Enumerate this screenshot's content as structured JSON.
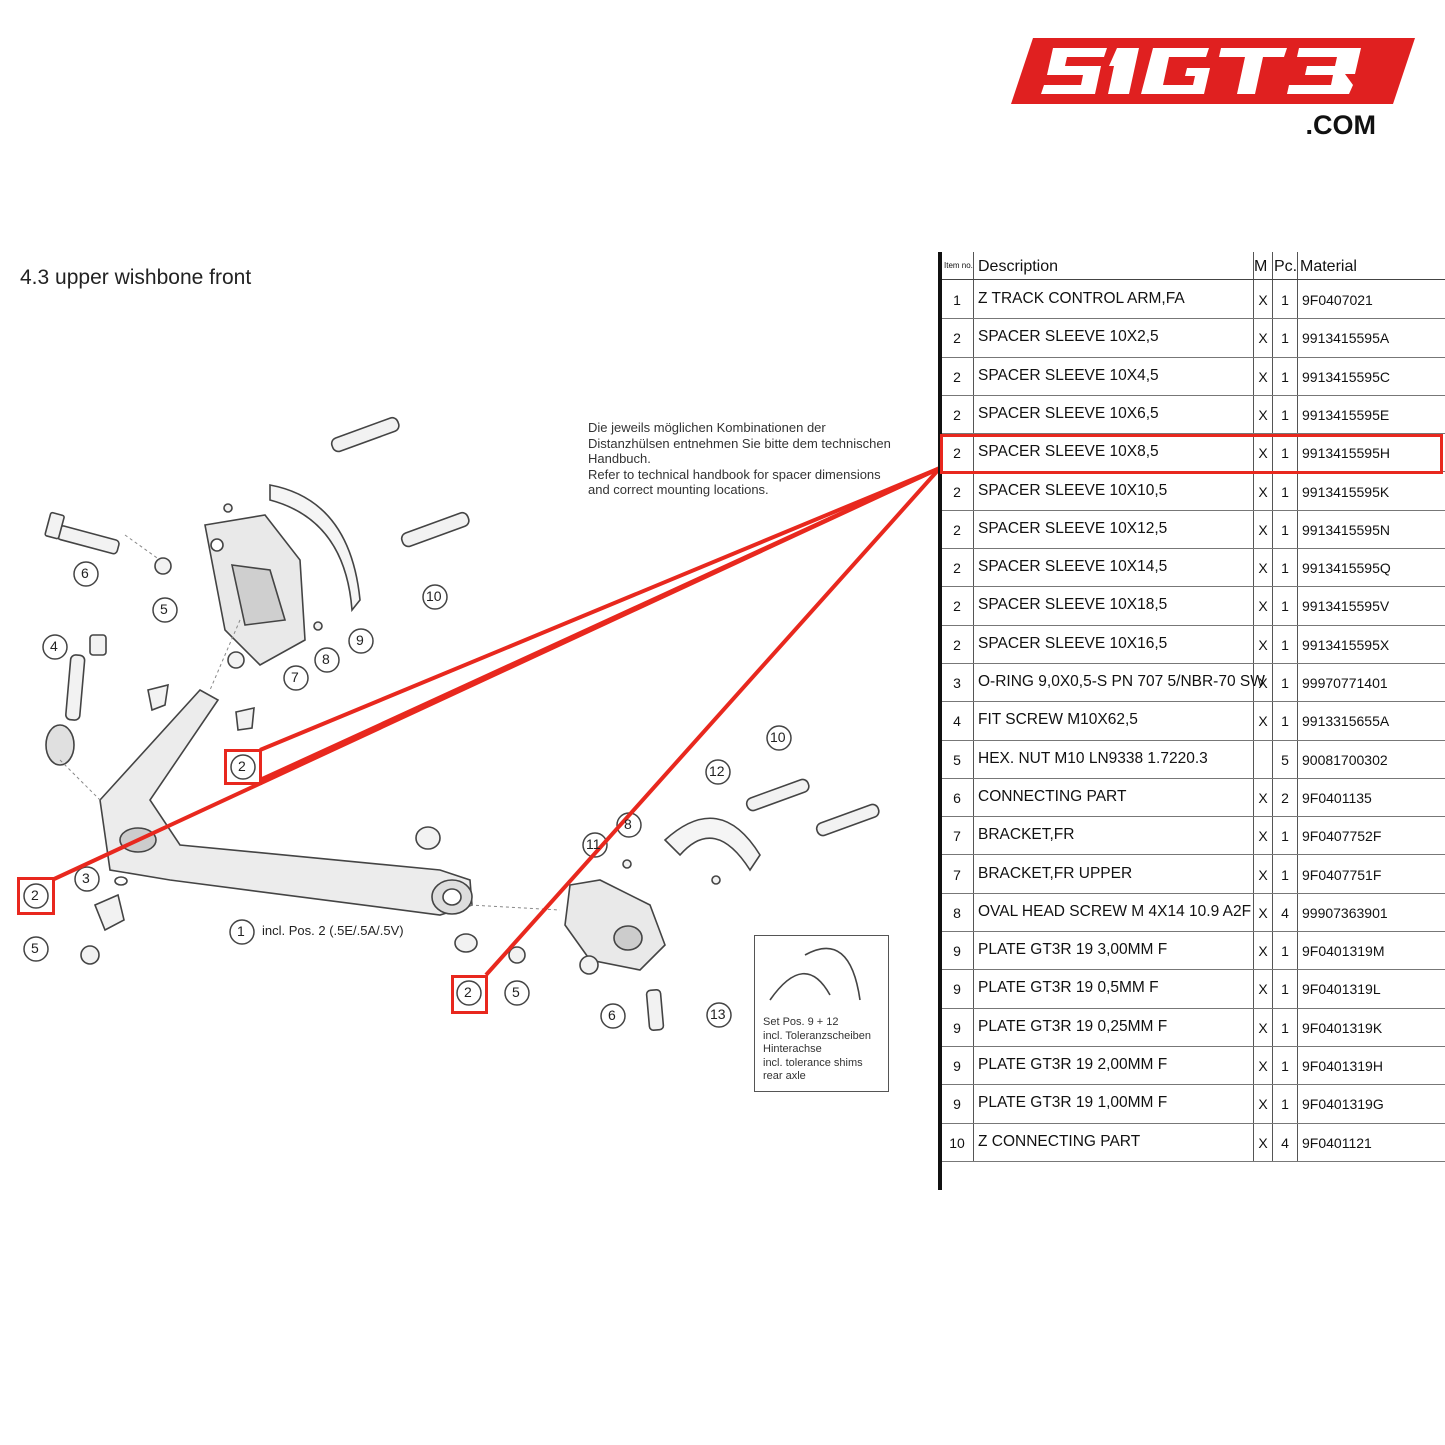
{
  "brand": {
    "logo_text": "51GT3",
    "logo_suffix": ".COM",
    "accent": "#e02020"
  },
  "section": {
    "title": "4.3  upper wishbone front"
  },
  "note": {
    "lines": [
      "Die jeweils möglichen Kombinationen der",
      "Distanzhülsen entnehmen Sie bitte dem technischen",
      "Handbuch.",
      "Refer to technical handbook for spacer dimensions",
      "and correct mounting locations."
    ]
  },
  "callouts": {
    "c1": "1",
    "c1_label": "incl. Pos. 2 (.5E/.5A/.5V)",
    "c2": "2",
    "c3": "3",
    "c4": "4",
    "c5": "5",
    "c6": "6",
    "c7": "7",
    "c8": "8",
    "c9": "9",
    "c10": "10",
    "c11": "11",
    "c12": "12",
    "c13": "13"
  },
  "inset": {
    "lines": [
      "Set Pos. 9 + 12",
      "incl. Toleranzscheiben",
      "Hinterachse",
      "incl. tolerance shims",
      "rear axle"
    ]
  },
  "table": {
    "headers": {
      "item": "Item no.",
      "description": "Description",
      "m": "M",
      "pc": "Pc.",
      "material": "Material"
    },
    "highlight_row": 4,
    "rows": [
      {
        "item": "1",
        "description": "Z TRACK CONTROL ARM,FA",
        "m": "X",
        "pc": "1",
        "material": "9F0407021"
      },
      {
        "item": "2",
        "description": "SPACER SLEEVE 10X2,5",
        "m": "X",
        "pc": "1",
        "material": "9913415595A"
      },
      {
        "item": "2",
        "description": "SPACER SLEEVE 10X4,5",
        "m": "X",
        "pc": "1",
        "material": "9913415595C"
      },
      {
        "item": "2",
        "description": "SPACER SLEEVE 10X6,5",
        "m": "X",
        "pc": "1",
        "material": "9913415595E"
      },
      {
        "item": "2",
        "description": "SPACER SLEEVE 10X8,5",
        "m": "X",
        "pc": "1",
        "material": "9913415595H"
      },
      {
        "item": "2",
        "description": "SPACER SLEEVE 10X10,5",
        "m": "X",
        "pc": "1",
        "material": "9913415595K"
      },
      {
        "item": "2",
        "description": "SPACER SLEEVE 10X12,5",
        "m": "X",
        "pc": "1",
        "material": "9913415595N"
      },
      {
        "item": "2",
        "description": "SPACER SLEEVE 10X14,5",
        "m": "X",
        "pc": "1",
        "material": "9913415595Q"
      },
      {
        "item": "2",
        "description": "SPACER SLEEVE 10X18,5",
        "m": "X",
        "pc": "1",
        "material": "9913415595V"
      },
      {
        "item": "2",
        "description": "SPACER SLEEVE 10X16,5",
        "m": "X",
        "pc": "1",
        "material": "9913415595X"
      },
      {
        "item": "3",
        "description": "O-RING 9,0X0,5-S PN 707 5/NBR-70 SW",
        "m": "X",
        "pc": "1",
        "material": "99970771401"
      },
      {
        "item": "4",
        "description": "FIT SCREW M10X62,5",
        "m": "X",
        "pc": "1",
        "material": "9913315655A"
      },
      {
        "item": "5",
        "description": "HEX. NUT M10 LN9338 1.7220.3",
        "m": "",
        "pc": "5",
        "material": "90081700302"
      },
      {
        "item": "6",
        "description": "CONNECTING PART",
        "m": "X",
        "pc": "2",
        "material": "9F0401135"
      },
      {
        "item": "7",
        "description": "BRACKET,FR",
        "m": "X",
        "pc": "1",
        "material": "9F0407752F"
      },
      {
        "item": "7",
        "description": "BRACKET,FR UPPER",
        "m": "X",
        "pc": "1",
        "material": "9F0407751F"
      },
      {
        "item": "8",
        "description": "OVAL HEAD SCREW M 4X14 10.9 A2F",
        "m": "X",
        "pc": "4",
        "material": "99907363901"
      },
      {
        "item": "9",
        "description": "PLATE GT3R 19 3,00MM F",
        "m": "X",
        "pc": "1",
        "material": "9F0401319M"
      },
      {
        "item": "9",
        "description": "PLATE GT3R 19 0,5MM F",
        "m": "X",
        "pc": "1",
        "material": "9F0401319L"
      },
      {
        "item": "9",
        "description": "PLATE GT3R 19 0,25MM F",
        "m": "X",
        "pc": "1",
        "material": "9F0401319K"
      },
      {
        "item": "9",
        "description": "PLATE GT3R 19 2,00MM F",
        "m": "X",
        "pc": "1",
        "material": "9F0401319H"
      },
      {
        "item": "9",
        "description": "PLATE GT3R 19 1,00MM F",
        "m": "X",
        "pc": "1",
        "material": "9F0401319G"
      },
      {
        "item": "10",
        "description": "Z CONNECTING PART",
        "m": "X",
        "pc": "4",
        "material": "9F0401121"
      }
    ]
  }
}
